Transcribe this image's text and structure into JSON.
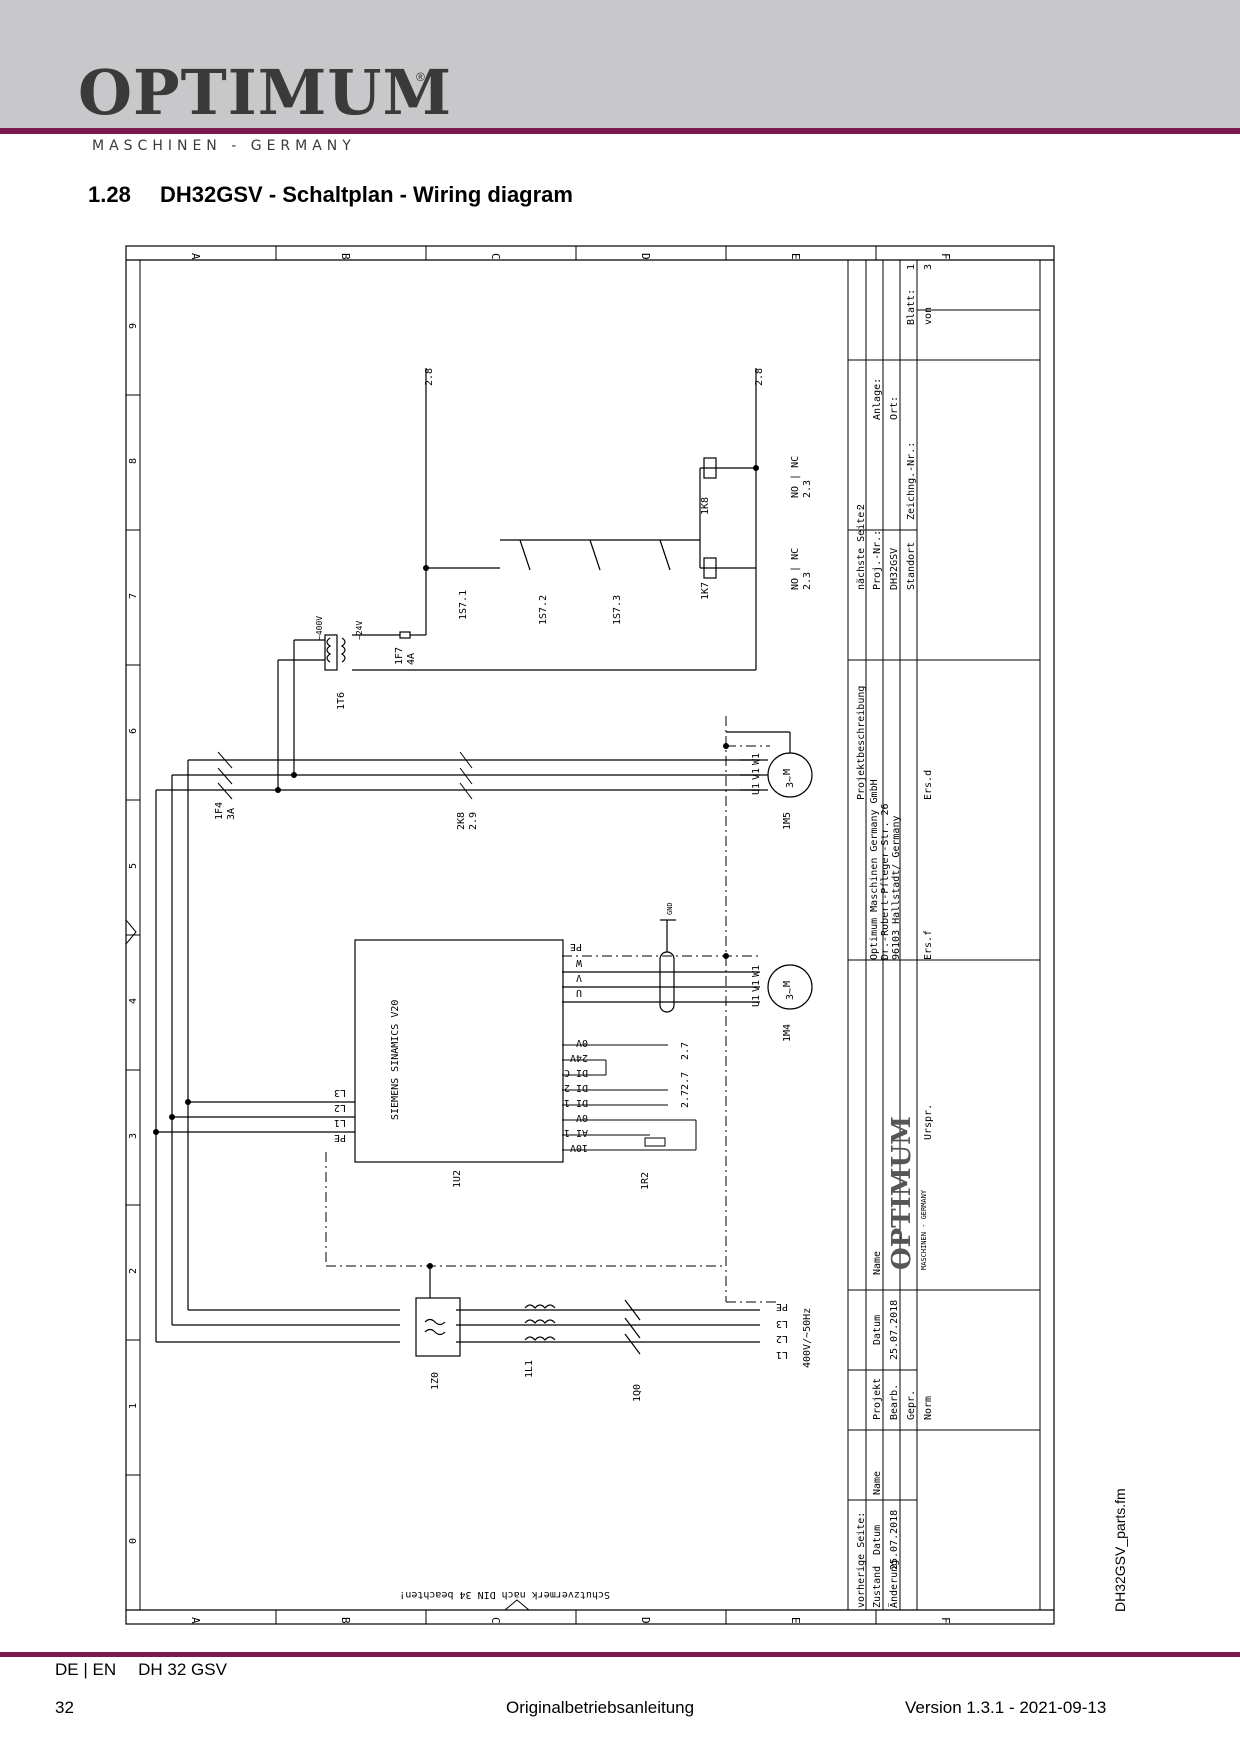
{
  "header": {
    "brand": "OPTIMUM",
    "registered": "®",
    "tagline": "MASCHINEN - GERMANY"
  },
  "section": {
    "number": "1.28",
    "title": "DH32GSV - Schaltplan - Wiring diagram"
  },
  "diagram": {
    "column_letters": [
      "A",
      "B",
      "C",
      "D",
      "E",
      "F"
    ],
    "row_numbers": [
      "0",
      "1",
      "2",
      "3",
      "4",
      "5",
      "6",
      "7",
      "8",
      "9"
    ],
    "labels": {
      "vfd": "SIEMENS SINAMICS V20",
      "vfd_id": "1U2",
      "pot_id": "1R2",
      "motor_main": "1M4",
      "motor_pump": "1M5",
      "filter_id": "1Z0",
      "reactor_id": "1L1",
      "mainswitch_id": "1Q0",
      "fuse_motor": "1F4",
      "fuse_motor_rating": "3A",
      "contactor_ref": "2K8",
      "contactor_ref2": "2.9",
      "transformer": "1T6",
      "fuse_ctrl": "1F7",
      "fuse_ctrl_rating": "4A",
      "voltage_in": "~400V",
      "voltage_out": "~24V",
      "gnd": "GND",
      "switch_1": "1S7.1",
      "switch_2": "1S7.2",
      "switch_3": "1S7.3",
      "relay_k7": "1K7",
      "relay_k8": "1K8",
      "nonc": "NO | NC",
      "ref_23": "2.3",
      "ref_28": "2.8",
      "ref_27": "2.7",
      "ref_2727": "2.72.7",
      "supply": "400V/~50Hz",
      "motor_symbol": "M",
      "motor_phase": "3~",
      "bottom_note": "Schutzvermerk nach DIN 34 beachten!"
    },
    "vfd_left_terminals": [
      "L3",
      "L2",
      "L1",
      "PE"
    ],
    "vfd_right_terminals": [
      "PE",
      "W",
      "V",
      "U"
    ],
    "vfd_io_terminals": [
      "0V",
      "24V",
      "DI C",
      "DI 2",
      "DI 1",
      "0V",
      "AI 1",
      "10V"
    ],
    "motor_terminals": [
      "W1",
      "V1",
      "U1"
    ],
    "supply_terminals": [
      "PE",
      "L3",
      "L2",
      "L1"
    ],
    "title_block": {
      "previous_page": "vorherige Seite:",
      "next_page": "nächste Seite:",
      "next_page_value": "2",
      "project_description": "Projektbeschreibung",
      "proj_nr": "Proj.-Nr.:",
      "proj_value": "DH32GSV",
      "location": "Standort",
      "anlage": "Anlage:",
      "ort": "Ort:",
      "zeichng": "Zeichng.-Nr.:",
      "blatt": "Blatt:",
      "blatt_value": "1",
      "von": "von",
      "von_value": "3",
      "company_line1": "Optimum Maschinen Germany GmbH",
      "company_line2": "Dr.-Robert-Pfleger-Str. 26",
      "company_line3": "96103 Hallstadt/ Germany",
      "logo_text": "OPTIMUM",
      "logo_sub": "MASCHINEN - GERMANY",
      "ers_d": "Ers.d",
      "ers_f": "Ers.f",
      "urspr": "Urspr.",
      "zustand": "Zustand",
      "aenderung": "Änderung",
      "datum": "Datum",
      "name": "Name",
      "datum_value": "25.07.2018",
      "projekt": "Projekt",
      "bearb": "Bearb.",
      "gepr": "Gepr.",
      "norm": "Norm"
    }
  },
  "side_label": "DH32GSV_parts.fm",
  "footer": {
    "languages": "DE | EN",
    "model": "DH 32 GSV",
    "page": "32",
    "center": "Originalbetriebsanleitung",
    "version": "Version 1.3.1 - 2021-09-13"
  }
}
